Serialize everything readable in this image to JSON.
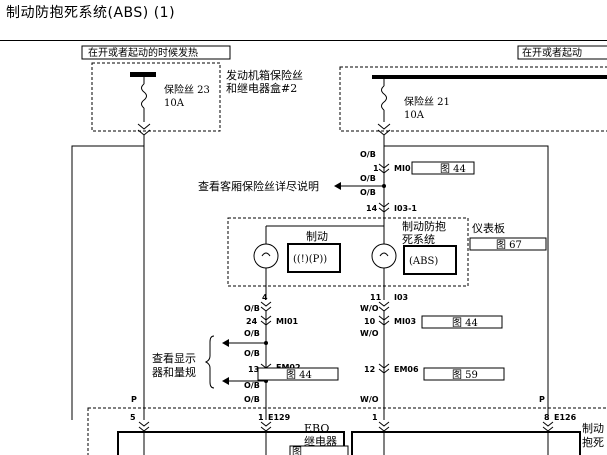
{
  "title": "制动防抱死系统(ABS) (1)",
  "power_box_left": "在开或者起动的时候发热",
  "power_box_right": "在开或者起动",
  "fuse_left": {
    "name": "保险丝 23",
    "rating": "10A"
  },
  "fuse_box_label": [
    "发动机箱保险丝",
    "和继电器盒#2"
  ],
  "fuse_right": {
    "name": "保险丝 21",
    "rating": "10A"
  },
  "wire_color_ob": "O/B",
  "wire_color_wo": "W/O",
  "wire_color_p": "P",
  "connector_mi0": "MI0",
  "connector_mi0_pin": "1",
  "connector_i03_1": "I03-1",
  "connector_i03_1_pin": "14",
  "connector_i03": "I03",
  "connector_i03_pin": "11",
  "see_fuse_note": "查看客厢保险丝详尽说明",
  "cluster_label": "仪表板",
  "brake_lamp_label": "制动",
  "brake_symbol": "((!)(P))",
  "abs_lamp_label": [
    "制动防抱",
    "死系统"
  ],
  "abs_symbol": "(ABS)",
  "ref_44_a": "图 44",
  "ref_67": "图 67",
  "ref_44_b": "图 44",
  "ref_44_c": "图 44",
  "ref_59": "图 59",
  "ref_fig": "图",
  "left_pin4": "4",
  "connector_mi01": "MI01",
  "connector_mi01_pin": "24",
  "connector_mi03": "MI03",
  "connector_mi03_pin": "10",
  "see_display_note": [
    "查看显示",
    "器和量规"
  ],
  "connector_em02": "EM02",
  "connector_em02_pin": "13",
  "connector_em06": "EM06",
  "connector_em06_pin": "12",
  "connector_e129": "E129",
  "connector_e129_pin": "1",
  "connector_e126": "E126",
  "connector_e126_pin": "8",
  "pin_5": "5",
  "pin_1": "1",
  "relay_label": [
    "EBO",
    "继电器"
  ],
  "right_partial": [
    "制动",
    "抱死"
  ],
  "colors": {
    "line": "#000000",
    "background": "#ffffff"
  }
}
